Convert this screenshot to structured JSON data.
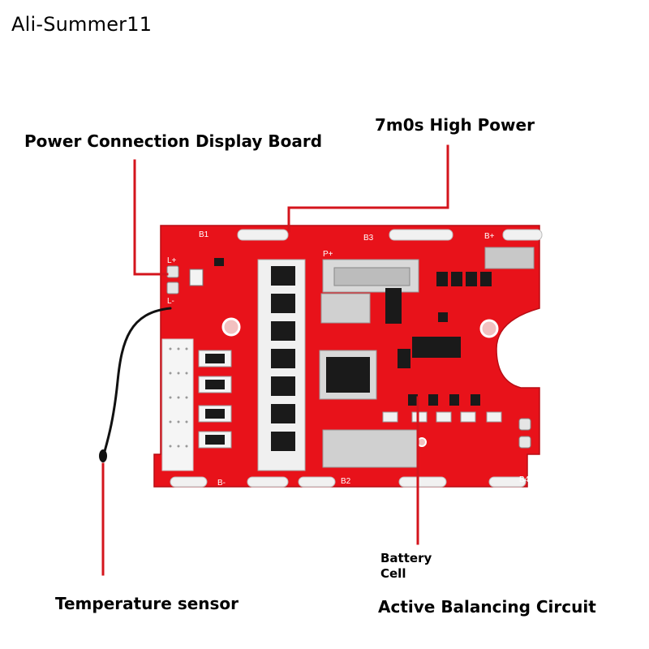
{
  "watermark": "Ali-Summer11",
  "labels": {
    "power_connection": "Power Connection Display Board",
    "high_power": "7m0s High Power",
    "temperature_sensor": "Temperature sensor",
    "battery_cell_line1": "Battery",
    "battery_cell_line2": "Cell",
    "active_balancing": "Active Balancing Circuit"
  },
  "silkscreen": {
    "b1": "B1",
    "b2": "B2",
    "b3": "B3",
    "b4": "B4",
    "b_plus": "B+",
    "b_minus": "B-",
    "p_plus": "P+",
    "l_plus": "L+",
    "l_minus": "L-"
  },
  "colors": {
    "board": "#e8121a",
    "leader_line": "#d4141c",
    "chip": "#1a1a1a",
    "pad": "#cfcfcf"
  }
}
